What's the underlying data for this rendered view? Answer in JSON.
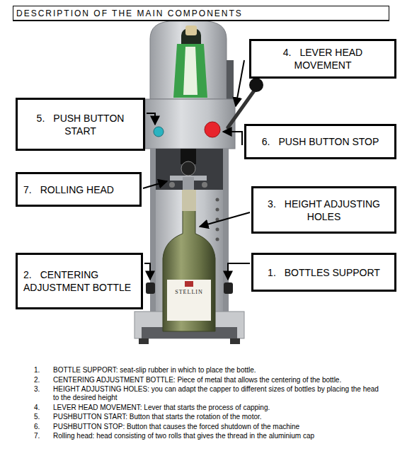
{
  "diagram": {
    "title": "DESCRIPTION OF THE MAIN COMPONENTS",
    "nodes": [
      {
        "text": [
          "4.",
          "LEVER HEAD MOVEMENT"
        ]
      },
      {
        "text": [
          "5.",
          "PUSH BUTTON START"
        ]
      },
      {
        "text": [
          "6.",
          "PUSH BUTTON STOP"
        ]
      },
      {
        "text": [
          "7.",
          "ROLLING HEAD"
        ]
      },
      {
        "text": [
          "3.",
          "HEIGHT ADJUSTING HOLES"
        ]
      },
      {
        "text": [
          "2.",
          "CENTERING ADJUSTMENT BOTTLE"
        ]
      },
      {
        "text": [
          "1.",
          "BOTTLES SUPPORT"
        ]
      }
    ],
    "labels": [
      "STELLIN",
      "1.",
      "BOTTLE SUPPORT: seat-slip rubber in which to place the bottle.",
      "2.",
      "CENTERING ADJUSTMENT BOTTLE: Piece of metal that allows the centering of the bottle.",
      "3.",
      "HEIGHT ADJUSTING HOLES: you can adapt the capper to different sizes of bottles by placing the head to the desired height",
      "4.",
      "LEVER HEAD MOVEMENT: Lever that starts the process of capping.",
      "5.",
      "PUSHBUTTON START: Button that starts the rotation of the motor.",
      "6.",
      "PUSHBUTTON STOP: Button that causes the forced shutdown of the machine",
      "7.",
      "Rolling head: head consisting of two rolls that gives the thread in the aluminium cap"
    ]
  }
}
